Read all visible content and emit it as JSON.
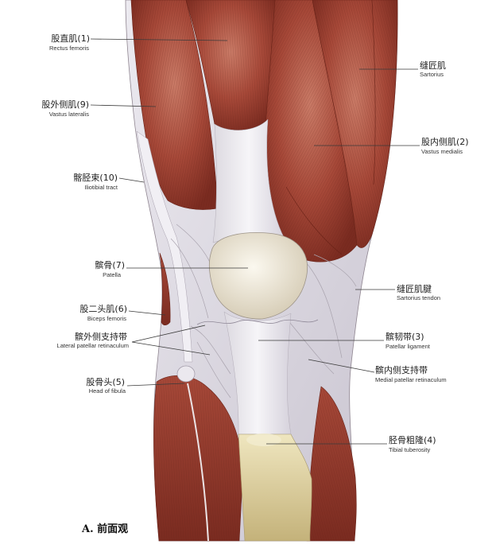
{
  "figure": {
    "caption": "A. 前面观"
  },
  "labels": {
    "left": [
      {
        "zh": "股直肌(1)",
        "en": "Rectus femoris"
      },
      {
        "zh": "股外侧肌(9)",
        "en": "Vastus lateralis"
      },
      {
        "zh": "髂胫束(10)",
        "en": "Iliotibial tract"
      },
      {
        "zh": "髌骨(7)",
        "en": "Patella"
      },
      {
        "zh": "股二头肌(6)",
        "en": "Biceps femoris"
      },
      {
        "zh": "髌外侧支持带",
        "en": "Lateral patellar retinaculum"
      },
      {
        "zh": "股骨头(5)",
        "en": "Head of fibula"
      }
    ],
    "right": [
      {
        "zh": "缝匠肌",
        "en": "Sartorius"
      },
      {
        "zh": "股内侧肌(2)",
        "en": "Vastus medialis"
      },
      {
        "zh": "缝匠肌腱",
        "en": "Sartorius tendon"
      },
      {
        "zh": "髌韧带(3)",
        "en": "Patellar ligament"
      },
      {
        "zh": "髌内侧支持带",
        "en": "Medial patellar retinaculum"
      },
      {
        "zh": "胫骨粗隆(4)",
        "en": "Tibial tuberosity"
      }
    ]
  },
  "colors": {
    "muscle_light": "#c97a66",
    "muscle_mid": "#a64838",
    "muscle_dark": "#7a2b20",
    "fascia_light": "#eceaf0",
    "fascia_dark": "#c8c3cf",
    "patella_light": "#fbf8ef",
    "patella_dark": "#d4cab3",
    "bone_light": "#efe6bf",
    "bone_dark": "#c4b27a"
  }
}
